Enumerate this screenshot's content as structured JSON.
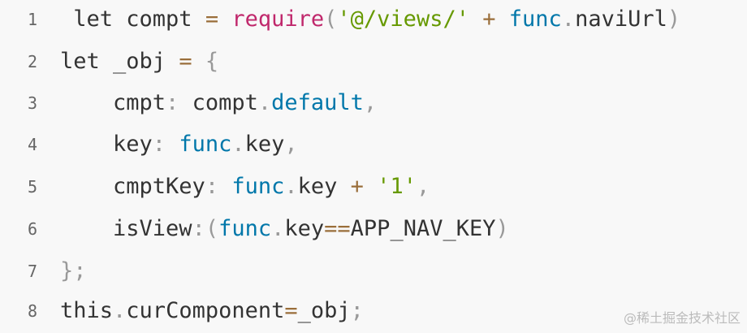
{
  "code": {
    "lines": [
      {
        "number": "1",
        "tokens": [
          {
            "t": " let compt ",
            "k": "plain"
          },
          {
            "t": "=",
            "k": "op"
          },
          {
            "t": " ",
            "k": "plain"
          },
          {
            "t": "require",
            "k": "kw"
          },
          {
            "t": "(",
            "k": "punct"
          },
          {
            "t": "'@/views/'",
            "k": "str"
          },
          {
            "t": " ",
            "k": "plain"
          },
          {
            "t": "+",
            "k": "op"
          },
          {
            "t": " ",
            "k": "plain"
          },
          {
            "t": "func",
            "k": "prop"
          },
          {
            "t": ".",
            "k": "punct"
          },
          {
            "t": "naviUrl",
            "k": "plain"
          },
          {
            "t": ")",
            "k": "punct"
          }
        ]
      },
      {
        "number": "2",
        "tokens": [
          {
            "t": "let _obj ",
            "k": "plain"
          },
          {
            "t": "=",
            "k": "op"
          },
          {
            "t": " ",
            "k": "plain"
          },
          {
            "t": "{",
            "k": "punct"
          }
        ]
      },
      {
        "number": "3",
        "tokens": [
          {
            "t": "    cmpt",
            "k": "plain"
          },
          {
            "t": ":",
            "k": "punct"
          },
          {
            "t": " compt",
            "k": "plain"
          },
          {
            "t": ".",
            "k": "punct"
          },
          {
            "t": "default",
            "k": "prop"
          },
          {
            "t": ",",
            "k": "punct"
          }
        ]
      },
      {
        "number": "4",
        "tokens": [
          {
            "t": "    key",
            "k": "plain"
          },
          {
            "t": ":",
            "k": "punct"
          },
          {
            "t": " ",
            "k": "plain"
          },
          {
            "t": "func",
            "k": "prop"
          },
          {
            "t": ".",
            "k": "punct"
          },
          {
            "t": "key",
            "k": "plain"
          },
          {
            "t": ",",
            "k": "punct"
          }
        ]
      },
      {
        "number": "5",
        "tokens": [
          {
            "t": "    cmptKey",
            "k": "plain"
          },
          {
            "t": ":",
            "k": "punct"
          },
          {
            "t": " ",
            "k": "plain"
          },
          {
            "t": "func",
            "k": "prop"
          },
          {
            "t": ".",
            "k": "punct"
          },
          {
            "t": "key ",
            "k": "plain"
          },
          {
            "t": "+",
            "k": "op"
          },
          {
            "t": " ",
            "k": "plain"
          },
          {
            "t": "'1'",
            "k": "str"
          },
          {
            "t": ",",
            "k": "punct"
          }
        ]
      },
      {
        "number": "6",
        "tokens": [
          {
            "t": "    isView",
            "k": "plain"
          },
          {
            "t": ":(",
            "k": "punct"
          },
          {
            "t": "func",
            "k": "prop"
          },
          {
            "t": ".",
            "k": "punct"
          },
          {
            "t": "key",
            "k": "plain"
          },
          {
            "t": "==",
            "k": "op"
          },
          {
            "t": "APP_NAV_KEY",
            "k": "plain"
          },
          {
            "t": ")",
            "k": "punct"
          }
        ]
      },
      {
        "number": "7",
        "tokens": [
          {
            "t": "};",
            "k": "punct"
          }
        ]
      },
      {
        "number": "8",
        "tokens": [
          {
            "t": "this",
            "k": "plain"
          },
          {
            "t": ".",
            "k": "punct"
          },
          {
            "t": "curComponent",
            "k": "plain"
          },
          {
            "t": "=",
            "k": "op"
          },
          {
            "t": "_obj",
            "k": "plain"
          },
          {
            "t": ";",
            "k": "punct"
          }
        ]
      }
    ]
  },
  "watermark": "@稀土掘金技术社区",
  "colors": {
    "background": "#f8f8f8",
    "plain": "#333333",
    "keyword": "#c0286c",
    "string": "#669900",
    "property": "#0077aa",
    "punctuation": "#999999",
    "operator": "#9a6e3a"
  }
}
